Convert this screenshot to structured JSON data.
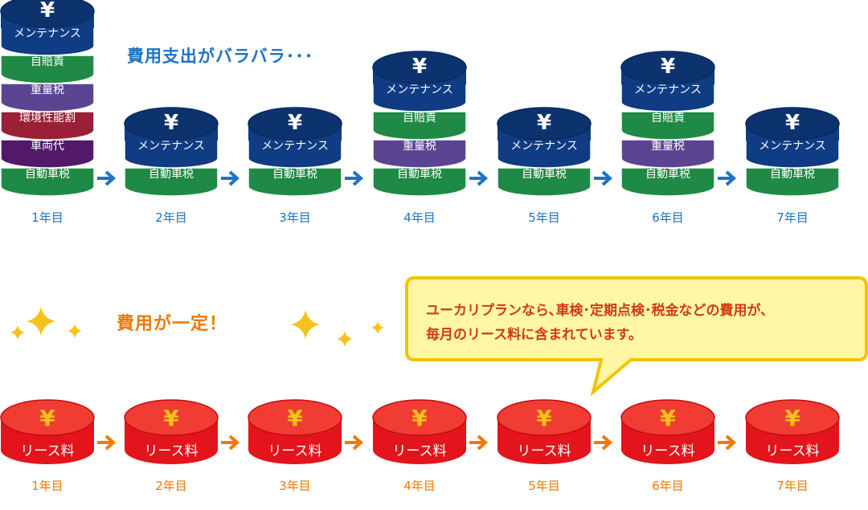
{
  "header": {
    "variable_title": "費用支出がバラバラ･･･",
    "fixed_title": "費用が一定！"
  },
  "callout": {
    "line1": "ユーカリプランなら､車検･定期点検･税金などの費用が､",
    "line2": "毎月のリース料に含まれています。"
  },
  "icons": {
    "coin_symbol": "yen-icon",
    "flow": "arrow-right-icon",
    "sparkle": "sparkle-icon"
  },
  "colors": {
    "navy": "#0f3c83",
    "green": "#1f8a45",
    "purple": "#5b4593",
    "crimson": "#9b1f37",
    "violet": "#52196b",
    "red": "#e4141d",
    "yen_top": "#ffffff",
    "yen_bottom": "#f6c21a",
    "arrow_top": "#1c74c4",
    "arrow_bottom": "#ee7a00",
    "year_top": "#1c74c4",
    "year_bottom": "#ee7a00",
    "sparkle": "#f6c21a",
    "callout_fill": "#fff7a6",
    "callout_border": "#f5c200"
  },
  "top_row": [
    {
      "year": "1年目",
      "layers": [
        "自動車税",
        "車両代",
        "環境性能割",
        "重量税",
        "自賠責",
        "メンテナンス"
      ]
    },
    {
      "year": "2年目",
      "layers": [
        "自動車税",
        "メンテナンス"
      ]
    },
    {
      "year": "3年目",
      "layers": [
        "自動車税",
        "メンテナンス"
      ]
    },
    {
      "year": "4年目",
      "layers": [
        "自動車税",
        "重量税",
        "自賠責",
        "メンテナンス"
      ]
    },
    {
      "year": "5年目",
      "layers": [
        "自動車税",
        "メンテナンス"
      ]
    },
    {
      "year": "6年目",
      "layers": [
        "自動車税",
        "重量税",
        "自賠責",
        "メンテナンス"
      ]
    },
    {
      "year": "7年目",
      "layers": [
        "自動車税",
        "メンテナンス"
      ]
    }
  ],
  "bottom_row": [
    {
      "year": "1年目",
      "label": "リース料"
    },
    {
      "year": "2年目",
      "label": "リース料"
    },
    {
      "year": "3年目",
      "label": "リース料"
    },
    {
      "year": "4年目",
      "label": "リース料"
    },
    {
      "year": "5年目",
      "label": "リース料"
    },
    {
      "year": "6年目",
      "label": "リース料"
    },
    {
      "year": "7年目",
      "label": "リース料"
    }
  ]
}
